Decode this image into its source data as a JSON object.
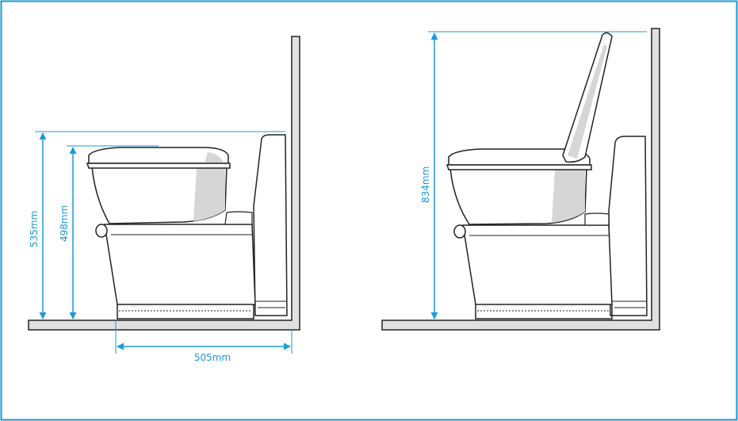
{
  "colors": {
    "frame": "#1a9ad6",
    "dimension": "#1a9ad6",
    "outline": "#222222",
    "shade": "#d6d6d6",
    "wall": "#e0e0e0"
  },
  "dimensions": {
    "height_total": "535mm",
    "seat_height": "498mm",
    "depth": "505mm",
    "height_lid_open": "834mm"
  }
}
